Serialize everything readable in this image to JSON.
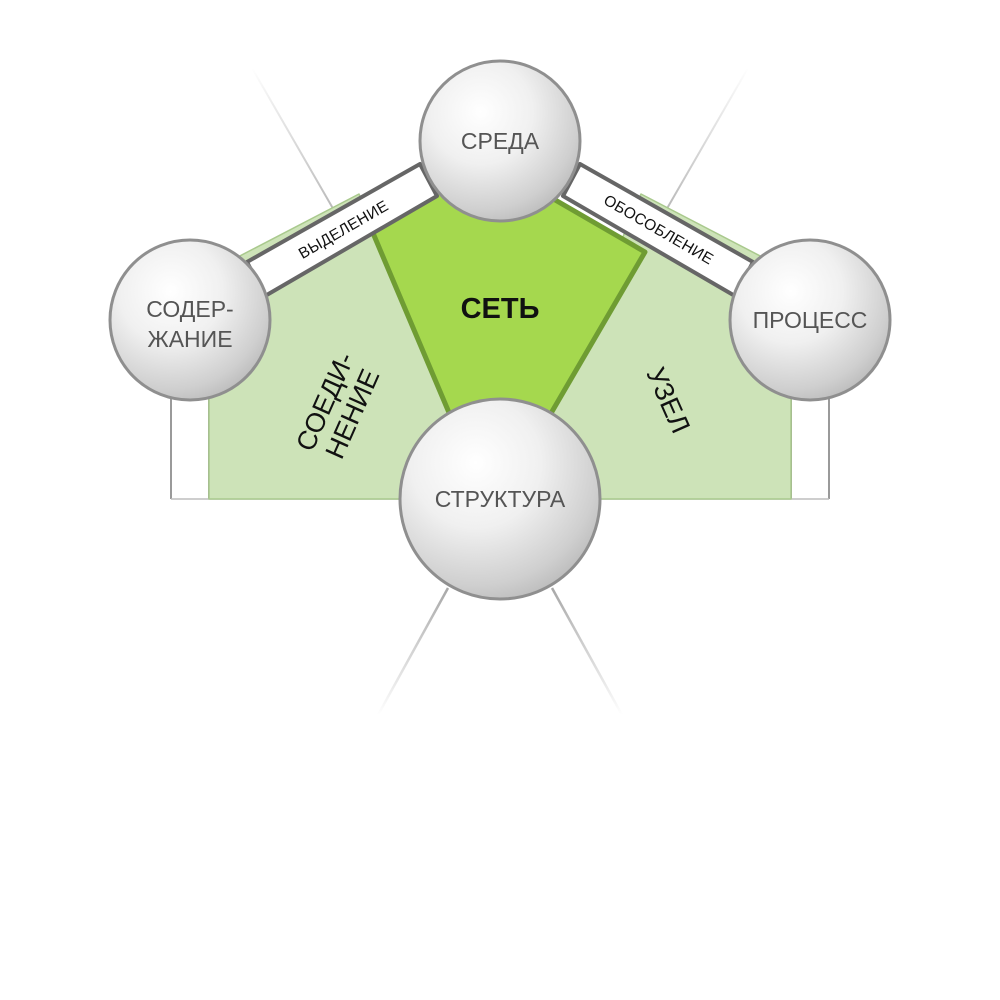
{
  "nodes": {
    "top": "СРЕДА",
    "left_line1": "СОДЕР-",
    "left_line2": "ЖАНИЕ",
    "right": "ПРОЦЕСС",
    "bottom": "СТРУКТУРА"
  },
  "bands": {
    "left": "ВЫДЕЛЕНИЕ",
    "right": "ОБОСОБЛЕНИЕ"
  },
  "regions": {
    "center": "СЕТЬ",
    "left_line1": "СОЕДИ-",
    "left_line2": "НЕНИЕ",
    "right": "УЗЕЛ"
  },
  "colors": {
    "center_fill": "#a5d84e",
    "center_stroke": "#6f9c33",
    "side_fill": "#cde3b8",
    "side_stroke": "#a9c98d",
    "band_stroke": "#666666",
    "line_gray": "#b8b8b8"
  }
}
